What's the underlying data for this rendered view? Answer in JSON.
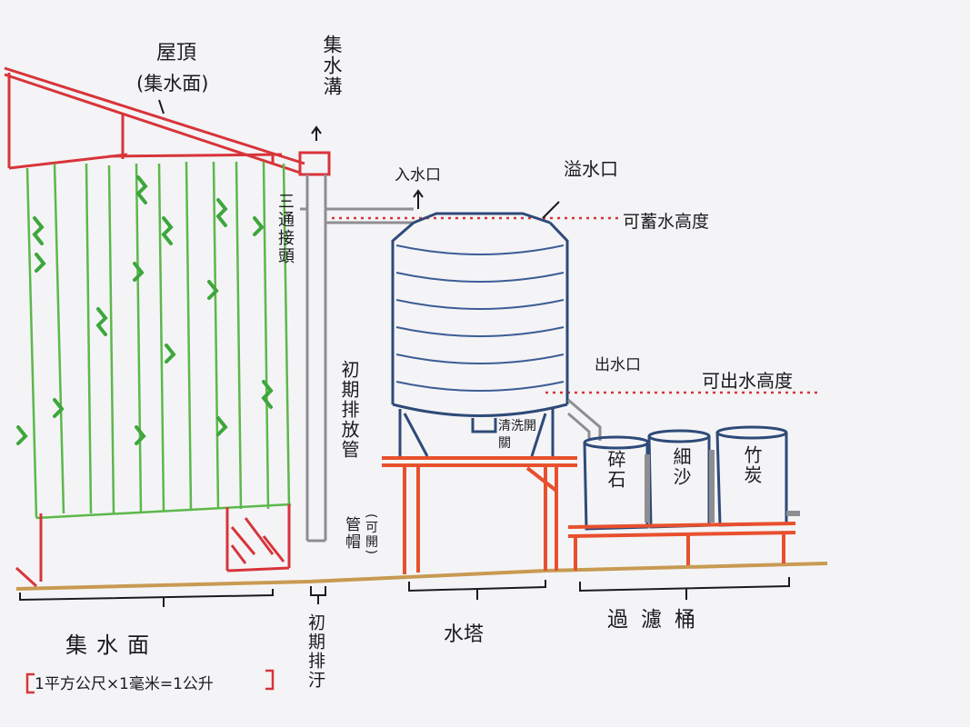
{
  "labels": {
    "roof": "屋頂",
    "roof_sub": "(集水面)",
    "gutter": "集水溝",
    "tee_joint": "三通接頭",
    "first_flush_pipe": "初期排放管",
    "cap": "管帽",
    "cap_note": "(可開)",
    "inlet": "入水口",
    "overflow": "溢水口",
    "storage_height": "可蓄水高度",
    "outlet": "出水口",
    "outflow_height": "可出水高度",
    "drain_valve": "清洗開關",
    "filter_gravel": "碎石",
    "filter_sand": "細沙",
    "filter_charcoal": "竹炭",
    "catchment": "集水面",
    "formula": "1平方公尺×1毫米=1公升",
    "first_flush_drain": "初期排汙",
    "water_tower": "水塔",
    "filter_bucket": "過濾桶"
  },
  "colors": {
    "paper": "#f4f4f6",
    "roof_red": "#d8343a",
    "plant_green": "#5cb84a",
    "tank_blue": "#2e4a78",
    "pipe_gray": "#8e8e92",
    "stand_red": "#e8502e",
    "ground": "#c89a52"
  }
}
